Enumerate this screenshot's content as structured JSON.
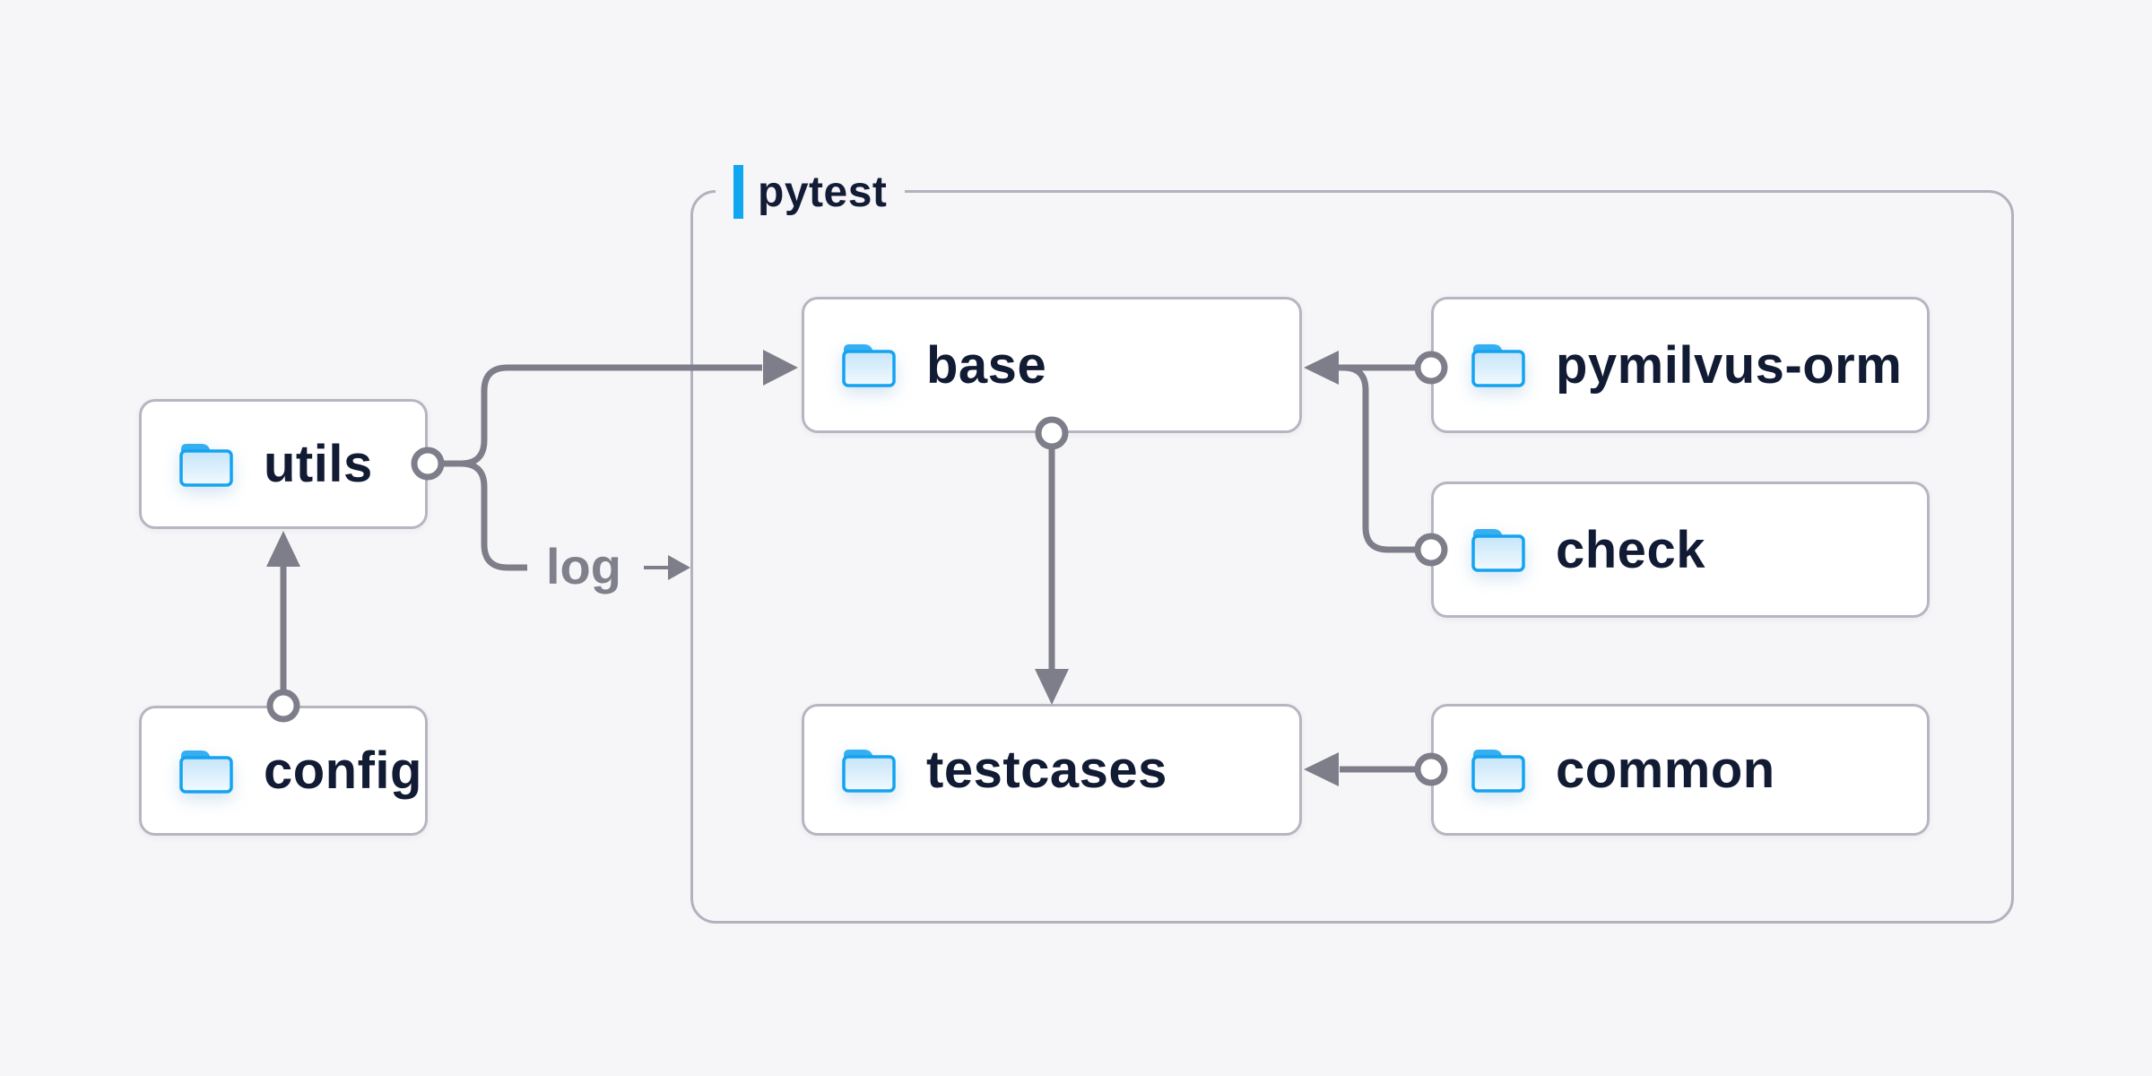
{
  "container": {
    "label": "pytest"
  },
  "nodes": {
    "utils": {
      "label": "utils",
      "icon": "folder-icon"
    },
    "config": {
      "label": "config",
      "icon": "folder-icon"
    },
    "base": {
      "label": "base",
      "icon": "folder-icon"
    },
    "pymilvus_orm": {
      "label": "pymilvus-orm",
      "icon": "folder-icon"
    },
    "check": {
      "label": "check",
      "icon": "folder-icon"
    },
    "testcases": {
      "label": "testcases",
      "icon": "folder-icon"
    },
    "common": {
      "label": "common",
      "icon": "folder-icon"
    }
  },
  "edge_labels": {
    "log": "log"
  },
  "edges": [
    {
      "from": "config",
      "to": "utils",
      "marker_from": "circle",
      "marker_to": "arrow"
    },
    {
      "from": "utils",
      "to": "base",
      "marker_from": "circle",
      "marker_to": "arrow"
    },
    {
      "from": "utils",
      "to": "pytest",
      "marker_from": "circle",
      "marker_to": "arrow",
      "label": "log"
    },
    {
      "from": "base",
      "to": "testcases",
      "marker_from": "circle",
      "marker_to": "arrow"
    },
    {
      "from": "pymilvus-orm",
      "to": "base",
      "marker_from": "circle",
      "marker_to": "arrow"
    },
    {
      "from": "check",
      "to": "base",
      "marker_from": "circle",
      "marker_to": "arrow"
    },
    {
      "from": "common",
      "to": "testcases",
      "marker_from": "circle",
      "marker_to": "arrow"
    }
  ],
  "colors": {
    "background": "#F6F6F8",
    "accent_blue": "#0FA7F0",
    "folder_stroke": "#14A3F0",
    "node_text": "#121B34",
    "edge_gray": "#7E7E8A",
    "node_border": "#B6B6C2",
    "group_border": "#B2B2BF"
  }
}
